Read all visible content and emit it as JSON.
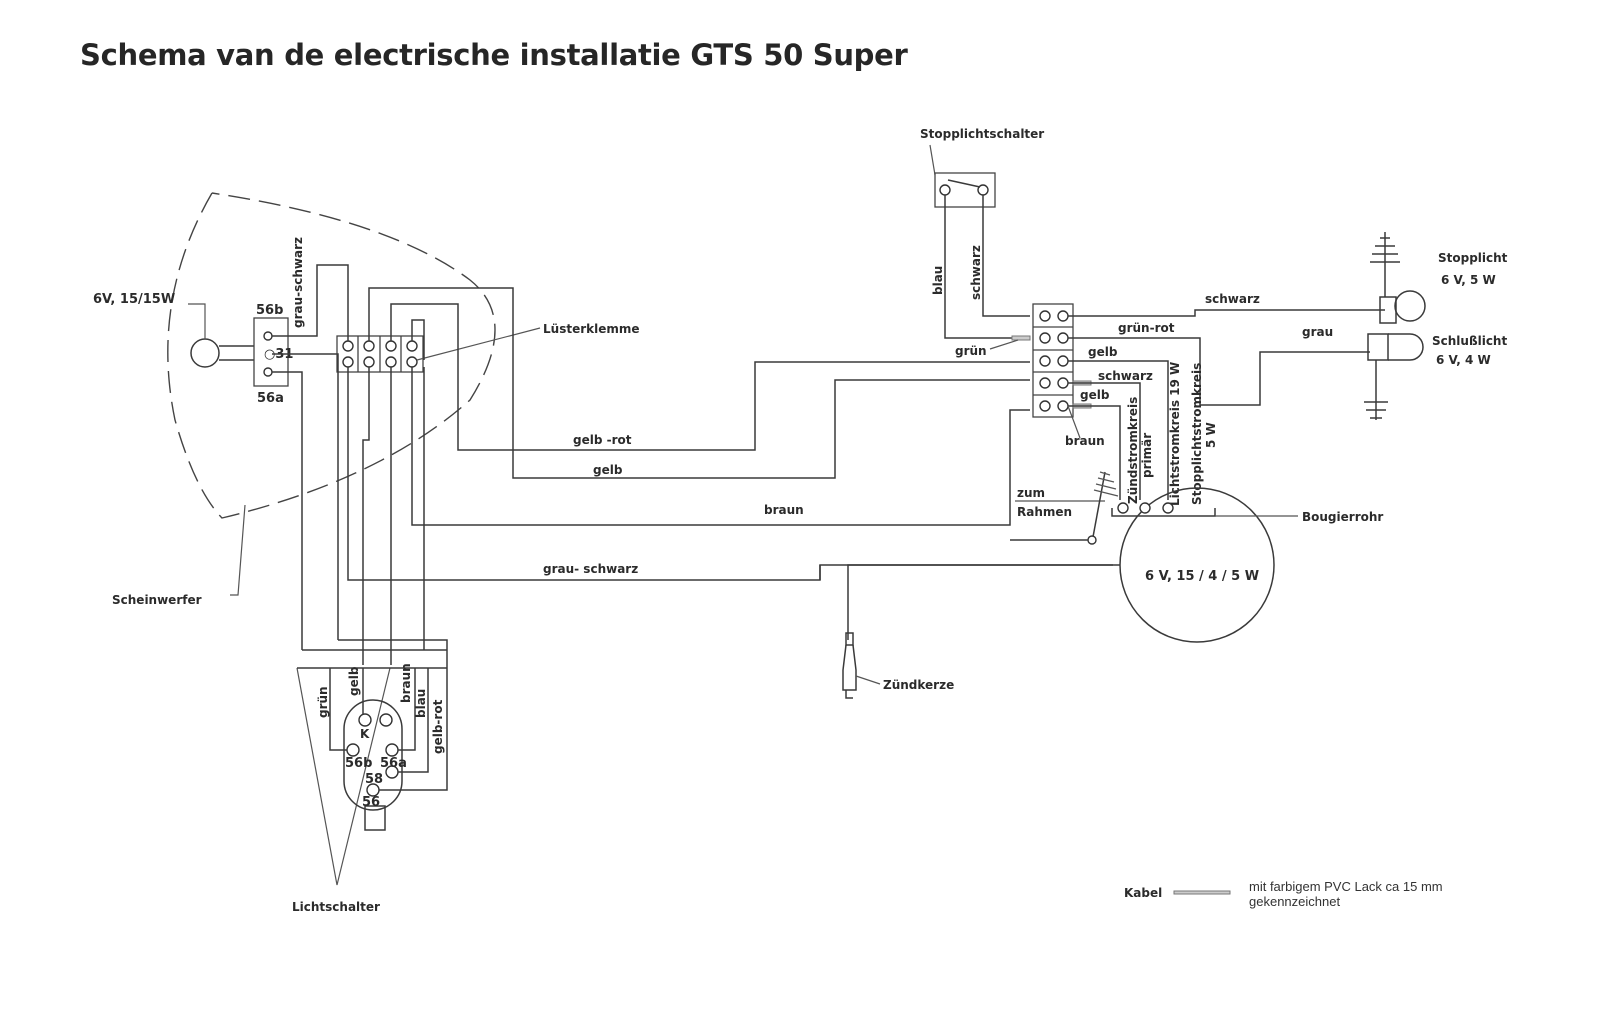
{
  "title": "Schema van de electrische installatie GTS 50 Super",
  "components": {
    "headlight": {
      "label": "Scheinwerfer",
      "bulb": "6V, 15/15W",
      "terminals": [
        "56b",
        "31",
        "56a"
      ]
    },
    "terminal_block_left": {
      "label": "Lüsterklemme"
    },
    "stop_switch": {
      "label": "Stopplichtschalter"
    },
    "stop_light": {
      "label": "Stopplicht",
      "rating": "6 V,  5 W"
    },
    "tail_light": {
      "label": "Schlußlicht",
      "rating": "6 V,  4 W"
    },
    "magneto": {
      "rating": "6 V, 15 / 4 / 5 W",
      "tube_label": "Bougierrohr"
    },
    "spark_plug": {
      "label": "Zündkerze"
    },
    "frame_ground": {
      "line1": "zum",
      "line2": "Rahmen"
    },
    "light_switch": {
      "label": "Lichtschalter",
      "terminals": [
        "K",
        "56b",
        "56a",
        "58",
        "56"
      ]
    }
  },
  "wires": {
    "grau_schwarz_vertical": "grau-schwarz",
    "gelb_rot": "gelb -rot",
    "gelb": "gelb",
    "braun": "braun",
    "grau_schwarz": "grau- schwarz",
    "blau": "blau",
    "schwarz_vertical": "schwarz",
    "schwarz_stop": "schwarz",
    "gruen_rot": "grün-rot",
    "grau": "grau",
    "gruen": "grün",
    "gelb_right_1": "gelb",
    "schwarz_right": "schwarz",
    "gelb_right_2": "gelb",
    "braun_right": "braun",
    "switch_gruen": "grün",
    "switch_gelb": "gelb",
    "switch_braun": "braun",
    "switch_blau": "blau",
    "switch_gelb_rot": "gelb-rot"
  },
  "circuits": {
    "ignition_line1": "Zündstromkreis",
    "ignition_line2": "primär",
    "light": "Lichtstromkreis 19 W",
    "stoplight_line1": "Stopplichtstromkreis",
    "stoplight_line2": "5 W"
  },
  "legend": {
    "label": "Kabel",
    "line1": "mit farbigem PVC Lack ca 15 mm",
    "line2": "gekennzeichnet"
  }
}
